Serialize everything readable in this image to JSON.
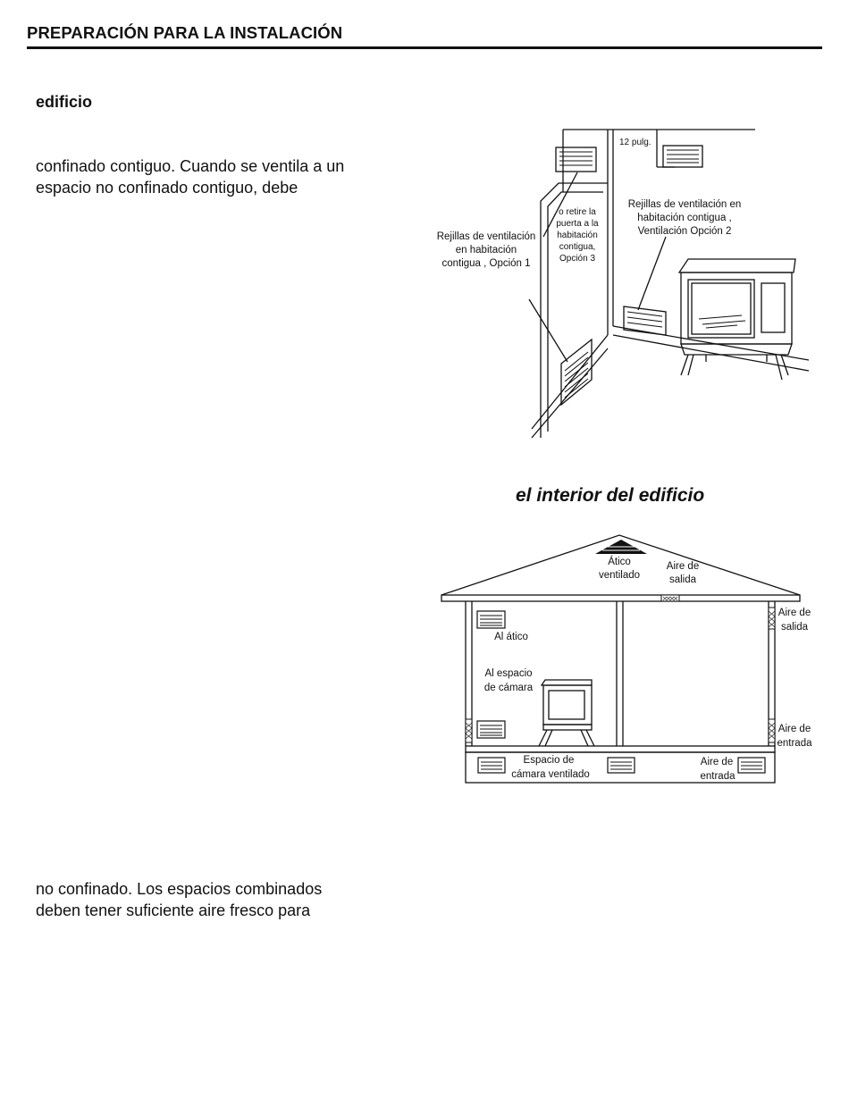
{
  "header": {
    "title": "PREPARACIÓN PARA LA INSTALACIÓN"
  },
  "body": {
    "subheading": "edificio",
    "para1": [
      "confinado contiguo. Cuando se ventila a un",
      "espacio no confinado contiguo, debe"
    ],
    "caption": "el interior del edificio",
    "para2": [
      "no confinado. Los espacios combinados",
      "deben tener suficiente aire fresco para"
    ]
  },
  "figure1": {
    "measure": "12 pulg.",
    "opt1": [
      "Rejillas de ventilación",
      "en habitación",
      "contigua , Opción 1"
    ],
    "opt3": [
      "o retire la",
      "puerta a la",
      "habitación",
      "contigua,",
      "Opción 3"
    ],
    "opt2": [
      "Rejillas de ventilación en",
      "habitación contigua ,",
      "Ventilación Opción 2"
    ]
  },
  "figure2": {
    "attic": [
      "Ático",
      "ventilado"
    ],
    "ridge_outlet": [
      "Aire de",
      "salida"
    ],
    "wall_outlet": [
      "Aire de",
      "salida"
    ],
    "to_attic": "Al ático",
    "to_crawl": [
      "Al espacio",
      "de cámara"
    ],
    "wall_inlet": [
      "Aire de",
      "entrada"
    ],
    "crawl": [
      "Espacio de",
      "cámara ventilado"
    ],
    "crawl_inlet": [
      "Aire de",
      "entrada"
    ]
  }
}
